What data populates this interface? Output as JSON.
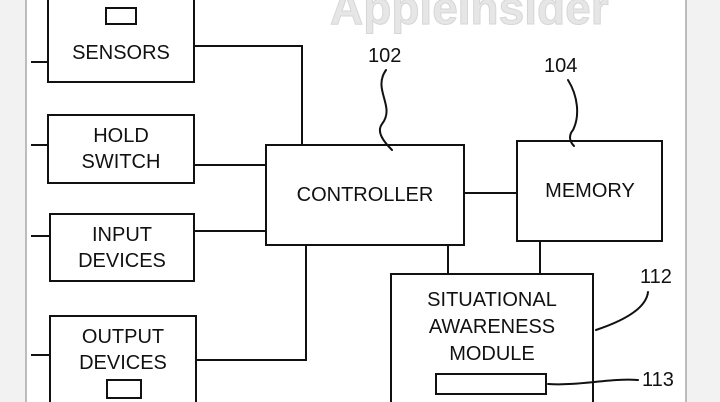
{
  "watermark": "AppleInsider",
  "blocks": {
    "sensors": "SENSORS",
    "hold_switch": [
      "HOLD",
      "SWITCH"
    ],
    "input_devices": [
      "INPUT",
      "DEVICES"
    ],
    "output_devices": [
      "OUTPUT",
      "DEVICES"
    ],
    "controller": "CONTROLLER",
    "memory": "MEMORY",
    "situational_awareness": [
      "SITUATIONAL",
      "AWARENESS",
      "MODULE"
    ]
  },
  "refs": {
    "controller": "102",
    "memory": "104",
    "module": "112",
    "sub_element": "113"
  }
}
